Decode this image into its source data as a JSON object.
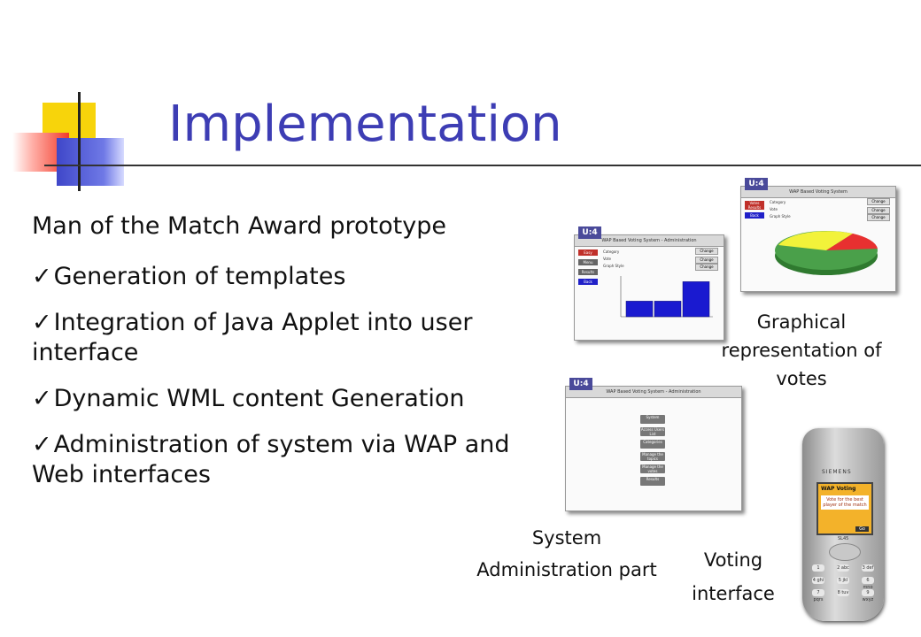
{
  "slide": {
    "title": "Implementation",
    "subtitle": "Man of the Match Award prototype",
    "bullets": [
      "Generation of templates",
      "Integration of Java Applet into user interface",
      "Dynamic WML content Generation",
      "Administration of system via WAP and Web interfaces"
    ],
    "check_icon": "check-icon",
    "accent_color": "#3d3db4"
  },
  "captions": {
    "graphical": [
      "Graphical",
      "representation of",
      "votes"
    ],
    "system_admin": [
      "System",
      "Administration part"
    ],
    "voting": [
      "Voting",
      "interface"
    ]
  },
  "screenshots": {
    "admin_chart": {
      "header": "WAP Based Voting System - Administration",
      "nav": [
        "Easy Navigation",
        "Menu",
        "Results",
        "Back"
      ],
      "category_label": "Category",
      "vote_label": "Vote",
      "graph_style_label": "Graph Style",
      "change_label": "Change",
      "bars": [
        0.4,
        0.4,
        0.9
      ]
    },
    "pie_chart": {
      "header": "WAP Based Voting System",
      "nav": [
        "Votes Results",
        "Back"
      ],
      "category_label": "Category",
      "vote_label": "Vote",
      "graph_style_label": "Graph Style",
      "change_label": "Change"
    },
    "system_admin": {
      "header": "WAP Based Voting System - Administration",
      "menu": [
        "System",
        "Access Users List",
        "Categories",
        "Manage the topics",
        "Manage the votes",
        "Results"
      ]
    },
    "phone": {
      "brand": "SIEMENS",
      "screen_title": "WAP Voting",
      "screen_text": "Vote for the best player of the match",
      "softkey": "Go",
      "model": "SL45",
      "keys": [
        "1",
        "2 abc",
        "3 def",
        "4 ghi",
        "5 jkl",
        "6 mno",
        "7 pqrs",
        "8 tuv",
        "9 wxyz"
      ]
    }
  }
}
